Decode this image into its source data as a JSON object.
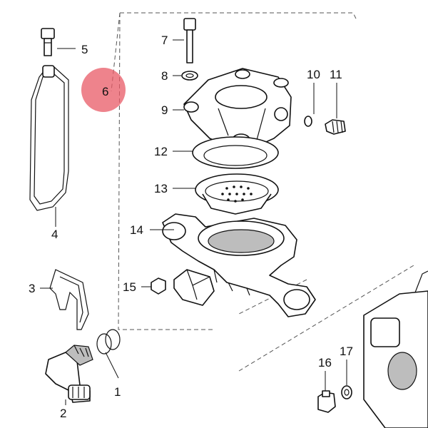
{
  "callouts": {
    "c1": "1",
    "c2": "2",
    "c3": "3",
    "c4": "4",
    "c5": "5",
    "c6": "6",
    "c7": "7",
    "c8": "8",
    "c9": "9",
    "c10": "10",
    "c11": "11",
    "c12": "12",
    "c13": "13",
    "c14": "14",
    "c15": "15",
    "c16": "16",
    "c17": "17"
  },
  "highlight": {
    "color": "#e85a66",
    "target": "6"
  }
}
